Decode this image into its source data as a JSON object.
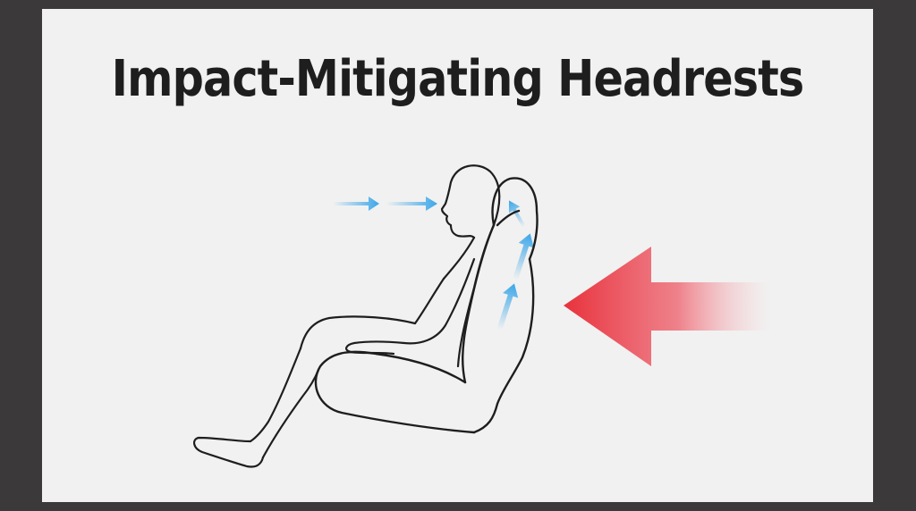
{
  "title": "Impact-Mitigating Headrests",
  "colors": {
    "frame_background": "#3b393a",
    "canvas_background": "#f1f1f1",
    "title_text": "#1e1e1e",
    "impact_arrow": "#e8323c",
    "airflow_arrows": "#3aa6e8",
    "outline": "#1e1e1e"
  },
  "icons": {
    "impact_arrow": "red-impact-arrow-icon",
    "airflow_arrow": "blue-motion-arrow-icon",
    "occupant": "seated-occupant-outline",
    "seat": "car-seat-outline"
  }
}
